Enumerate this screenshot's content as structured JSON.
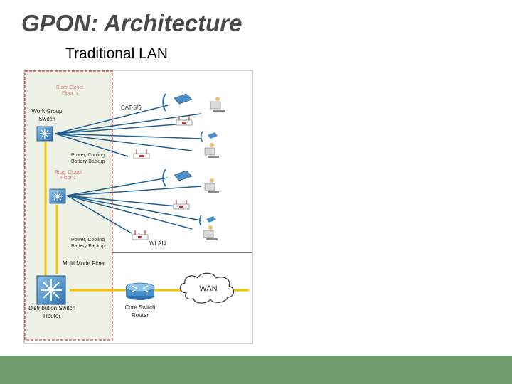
{
  "slide": {
    "title": "GPON:  Architecture",
    "subtitle": "Traditional LAN",
    "footer_color": "#6f9c6f"
  },
  "diagram": {
    "floor_n": {
      "closet_label_line1": "Riser Closet",
      "closet_label_line2": "Floor n",
      "switch_label_line1": "Work Group",
      "switch_label_line2": "Switch",
      "cable_label": "CAT-5/6",
      "power_line1": "Power, Cooling",
      "power_line2": "Battery Backup"
    },
    "floor_1": {
      "closet_label_line1": "Riser Closet",
      "closet_label_line2": "Floor 1",
      "power_line1": "Power, Cooling",
      "power_line2": "Battery Backup",
      "wlan_label": "WLAN"
    },
    "backbone": {
      "fiber_label": "Multi Mode Fiber",
      "distribution_line1": "Distribution Switch",
      "distribution_line2": "Router",
      "core_line1": "Core Switch",
      "core_line2": "Router",
      "wan_label": "WAN"
    },
    "colors": {
      "fiber": "#f2c400",
      "copper": "#1f5f8f",
      "closet_border": "#d94040",
      "closet_fill": "#eef1e6",
      "device_blue": "#4b8fc8"
    }
  }
}
